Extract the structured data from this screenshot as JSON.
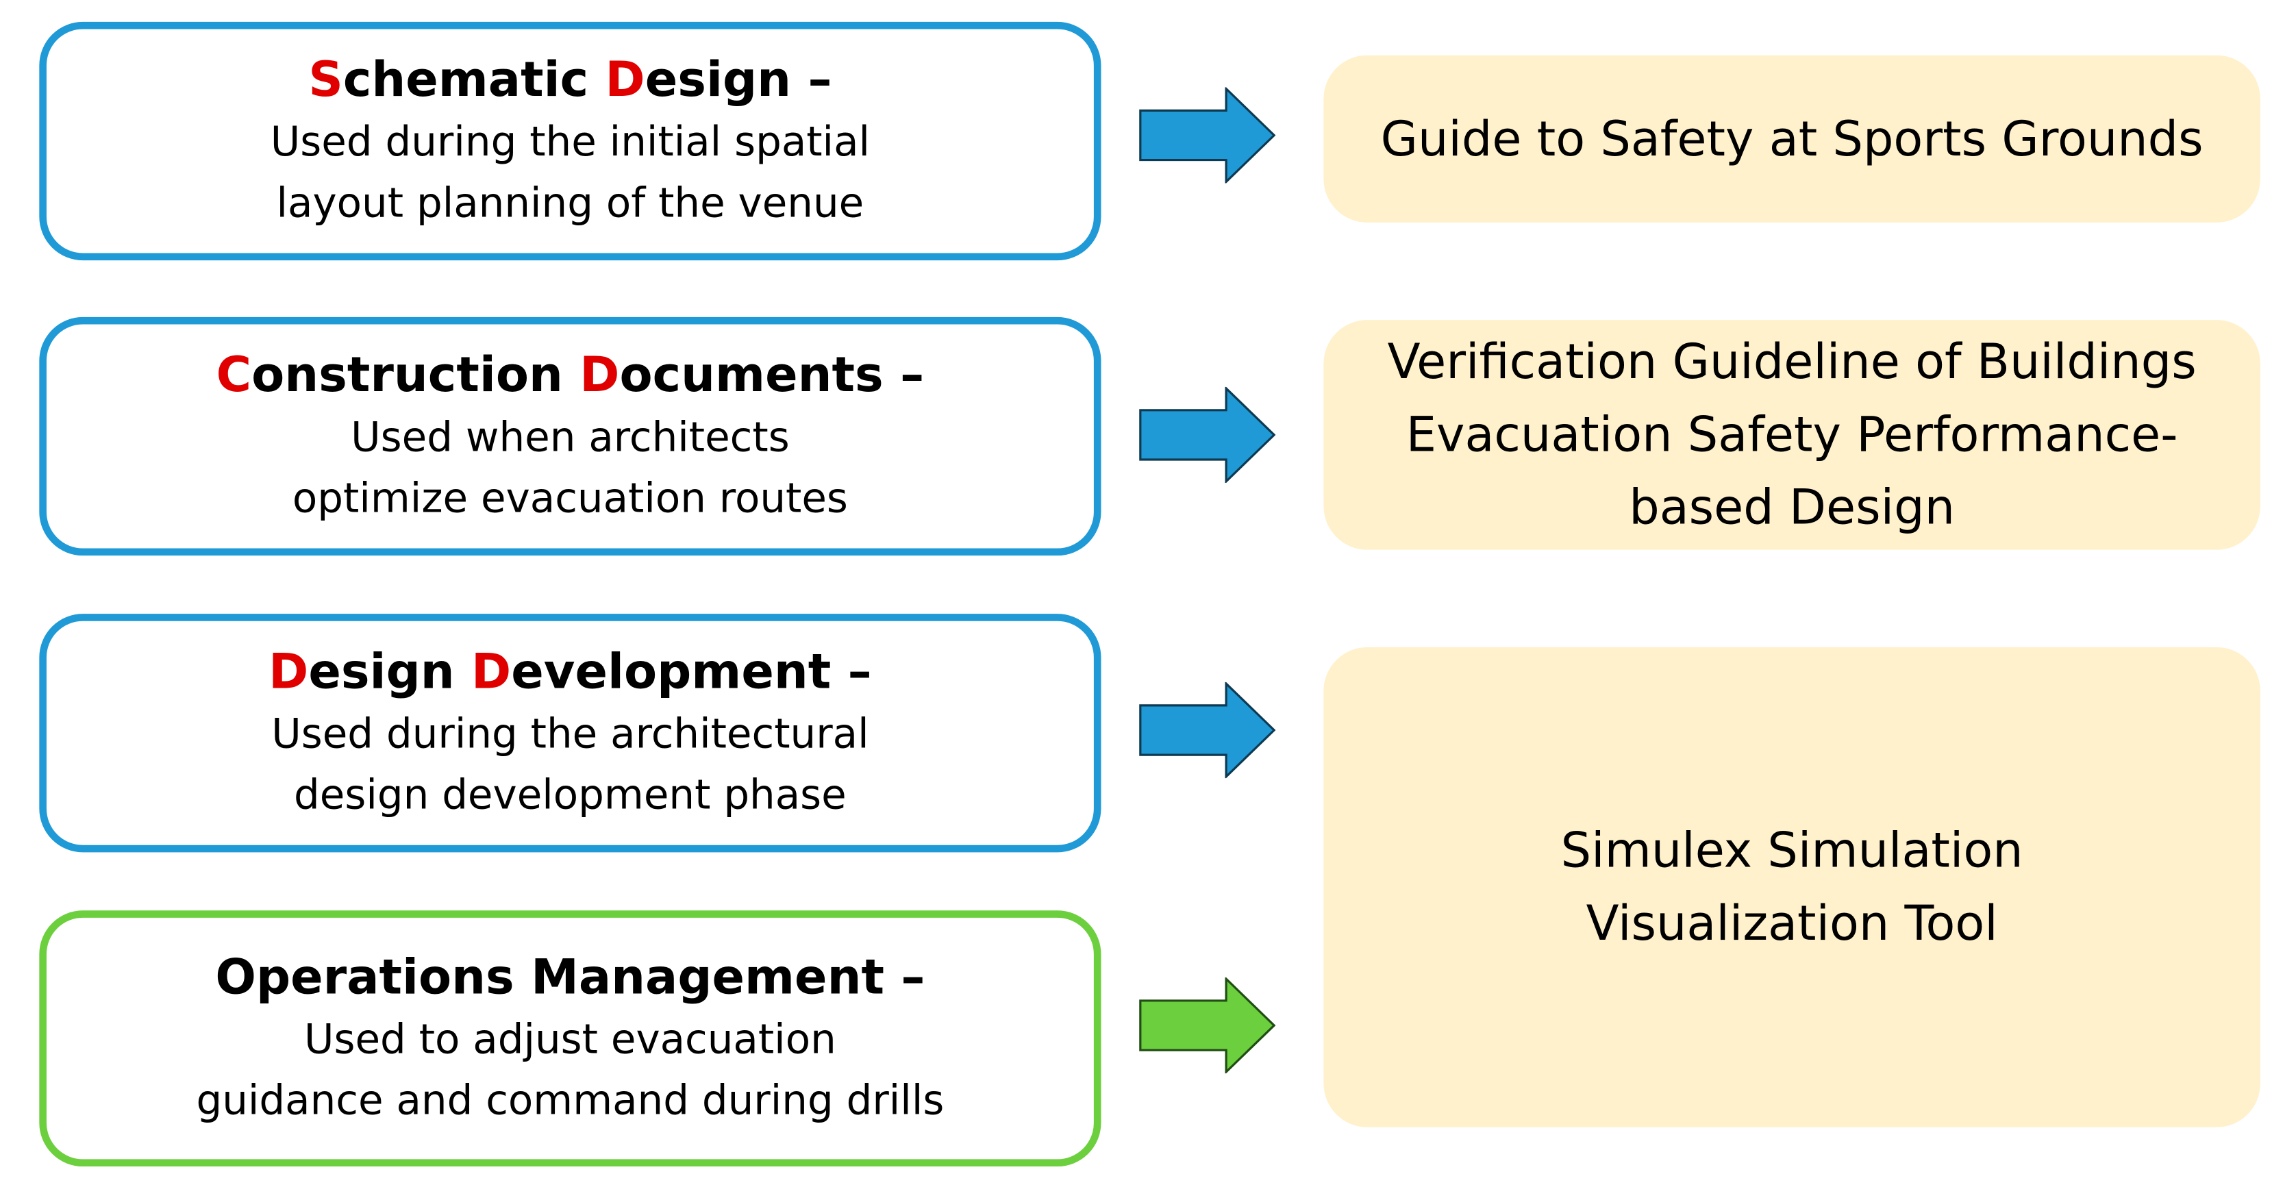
{
  "phases": [
    {
      "title_initials": [
        "S",
        "D"
      ],
      "title_rests": [
        "chematic ",
        "esign –"
      ],
      "description_lines": [
        "Used during the initial spatial",
        "layout planning of the venue"
      ],
      "border_color": "#1f9ad6"
    },
    {
      "title_initials": [
        "C",
        "D"
      ],
      "title_rests": [
        "onstruction ",
        "ocuments –"
      ],
      "description_lines": [
        "Used when architects",
        "optimize evacuation routes"
      ],
      "border_color": "#1f9ad6"
    },
    {
      "title_initials": [
        "D",
        "D"
      ],
      "title_rests": [
        "esign ",
        "evelopment –"
      ],
      "description_lines": [
        "Used during the architectural",
        "design development phase"
      ],
      "border_color": "#1f9ad6"
    },
    {
      "title": "Operations Management –",
      "description_lines": [
        "Used to adjust evacuation",
        "guidance and command during drills"
      ],
      "border_color": "#6ccf3e"
    }
  ],
  "tools": [
    {
      "lines": [
        "Guide to Safety at Sports Grounds"
      ]
    },
    {
      "lines": [
        "Verification Guideline of Buildings",
        "Evacuation Safety Performance-",
        "based Design"
      ]
    },
    {
      "lines": [
        "Simulex Simulation",
        "Visualization Tool"
      ]
    }
  ],
  "colors": {
    "initial_letter": "#e00000",
    "blue_border": "#1f9ad6",
    "green_border": "#6ccf3e",
    "blue_arrow": "#1f9ad6",
    "green_arrow": "#6ccf3e",
    "tool_fill": "#fff1cc"
  },
  "icons": {
    "arrow": "right-arrow-icon"
  }
}
